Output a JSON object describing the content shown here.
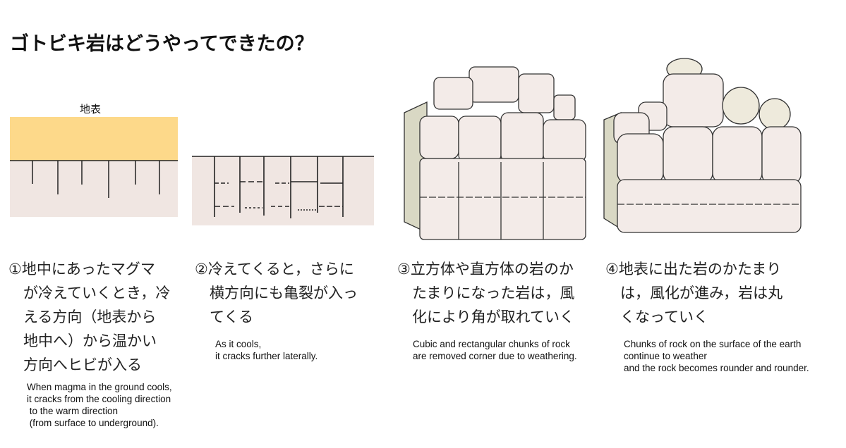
{
  "title": "ゴトビキ岩はどうやってできたの？",
  "colors": {
    "surface_layer": "#fdd98a",
    "underground": "#f0e6e2",
    "rock": "#f3ebe8",
    "rock_shadow": "#d9d8c4",
    "crack": "#222222"
  },
  "steps": [
    {
      "illustration_label": "地表",
      "jp": "①地中にあったマグマ\n　が冷えていくとき，冷\n　える方向（地表から\n　地中へ）から温かい\n　方向へヒビが入る",
      "en": "When magma in the ground cools,\nit cracks from the cooling direction\n to the warm direction\n (from surface to underground)."
    },
    {
      "jp": "②冷えてくると，さらに\n　横方向にも亀裂が入っ\n　てくる",
      "en": "As it cools,\nit cracks further laterally."
    },
    {
      "jp": "③立方体や直方体の岩のか\n　たまりになった岩は，風\n　化により角が取れていく",
      "en": "Cubic and rectangular chunks of rock\nare removed corner due to weathering."
    },
    {
      "jp": "④地表に出た岩のかたまり\n　は，風化が進み，岩は丸\n　くなっていく",
      "en": "Chunks of rock on the surface of the earth\ncontinue to weather\nand the rock becomes rounder and rounder."
    }
  ]
}
